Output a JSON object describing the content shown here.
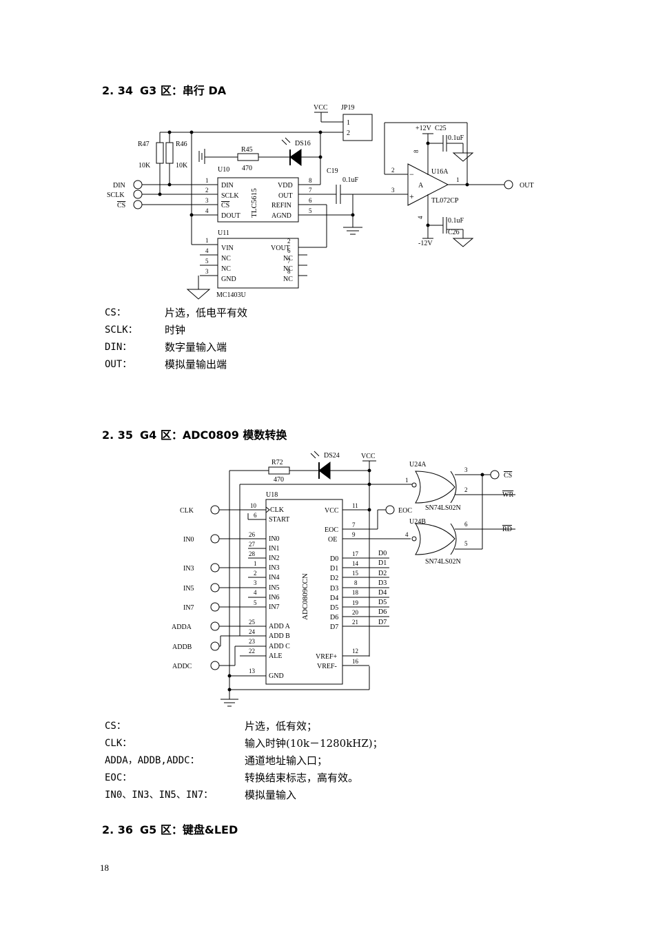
{
  "sections": [
    {
      "number": "2. 34",
      "title": "G3 区：串行 DA"
    },
    {
      "number": "2. 35",
      "title": "G4 区：ADC0809 模数转换"
    },
    {
      "number": "2. 36",
      "title": "G5 区：键盘&LED"
    }
  ],
  "da_schematic": {
    "ports": {
      "din": "DIN",
      "sclk": "SCLK",
      "cs": "CS",
      "out": "OUT"
    },
    "r47": "R47",
    "r46": "R46",
    "r47_value": "10K",
    "r46_value": "10K",
    "r45": "R45",
    "r45_value": "470",
    "ds16": "DS16",
    "vcc": "VCC",
    "jp19": "JP19",
    "jp19_pin1": "1",
    "jp19_pin2": "2",
    "c19": "C19",
    "c19_value": "0.1uF",
    "u10": "U10",
    "u10_part": "TLC5615",
    "u10_left": [
      {
        "pin": "1",
        "name": "DIN"
      },
      {
        "pin": "2",
        "name": "SCLK"
      },
      {
        "pin": "3",
        "name": "CS"
      },
      {
        "pin": "4",
        "name": "DOUT"
      }
    ],
    "u10_right": [
      {
        "pin": "8",
        "name": "VDD"
      },
      {
        "pin": "7",
        "name": "OUT"
      },
      {
        "pin": "6",
        "name": "REFIN"
      },
      {
        "pin": "5",
        "name": "AGND"
      }
    ],
    "u11": "U11",
    "u11_part": "MC1403U",
    "u11_left": [
      {
        "pin": "1",
        "name": "VIN"
      },
      {
        "pin": "4",
        "name": "NC"
      },
      {
        "pin": "5",
        "name": "NC"
      },
      {
        "pin": "3",
        "name": "GND"
      }
    ],
    "u11_right": [
      {
        "pin": "2",
        "name": "VOUT"
      },
      {
        "pin": "6",
        "name": "NC"
      },
      {
        "pin": "7",
        "name": "NC"
      },
      {
        "pin": "8",
        "name": "NC"
      }
    ],
    "u16a": "U16A",
    "u16_part": "TL072CP",
    "opamp_label": "A",
    "plus12v": "+12V",
    "c25": "C25",
    "c25_value": "0.1uF",
    "minus12v": "-12V",
    "c26": "C26",
    "c26_value": "0.1uF",
    "op_pin2": "2",
    "op_pin3": "3",
    "op_pin1": "1",
    "op_pin8": "8",
    "op_pin4": "4",
    "minus_sign": "−",
    "plus_sign": "+"
  },
  "da_descriptions": [
    {
      "key": "CS：",
      "value": "片选，低电平有效"
    },
    {
      "key": "SCLK：",
      "value": "时钟"
    },
    {
      "key": "DIN：",
      "value": "数字量输入端"
    },
    {
      "key": "OUT：",
      "value": "模拟量输出端"
    }
  ],
  "ad_schematic": {
    "r72": "R72",
    "r72_value": "470",
    "ds24": "DS24",
    "vcc": "VCC",
    "u18": "U18",
    "u18_part": "ADC0809CCN",
    "ports": {
      "clk": "CLK",
      "in0": "IN0",
      "in3": "IN3",
      "in5": "IN5",
      "in7": "IN7",
      "adda": "ADDA",
      "addb": "ADDB",
      "addc": "ADDC",
      "eoc": "EOC",
      "cs": "CS",
      "wr": "WR",
      "rd": "RD"
    },
    "left_pins": [
      {
        "pin": "10",
        "name": "CLK"
      },
      {
        "pin": "6",
        "name": "START"
      },
      {
        "pin": "26",
        "name": "IN0"
      },
      {
        "pin": "27",
        "name": "IN1"
      },
      {
        "pin": "28",
        "name": "IN2"
      },
      {
        "pin": "1",
        "name": "IN3"
      },
      {
        "pin": "2",
        "name": "IN4"
      },
      {
        "pin": "3",
        "name": "IN5"
      },
      {
        "pin": "4",
        "name": "IN6"
      },
      {
        "pin": "5",
        "name": "IN7"
      },
      {
        "pin": "25",
        "name": "ADD A"
      },
      {
        "pin": "24",
        "name": "ADD B"
      },
      {
        "pin": "23",
        "name": "ADD C"
      },
      {
        "pin": "22",
        "name": "ALE"
      },
      {
        "pin": "13",
        "name": "GND"
      }
    ],
    "right_pins": [
      {
        "pin": "11",
        "name": "VCC"
      },
      {
        "pin": "7",
        "name": "EOC"
      },
      {
        "pin": "9",
        "name": "OE"
      },
      {
        "pin": "17",
        "name": "D0"
      },
      {
        "pin": "14",
        "name": "D1"
      },
      {
        "pin": "15",
        "name": "D2"
      },
      {
        "pin": "8",
        "name": "D3"
      },
      {
        "pin": "18",
        "name": "D4"
      },
      {
        "pin": "19",
        "name": "D5"
      },
      {
        "pin": "20",
        "name": "D6"
      },
      {
        "pin": "21",
        "name": "D7"
      },
      {
        "pin": "12",
        "name": "VREF+"
      },
      {
        "pin": "16",
        "name": "VREF-"
      }
    ],
    "data_lines": [
      "D0",
      "D1",
      "D2",
      "D3",
      "D4",
      "D5",
      "D6",
      "D7"
    ],
    "u24a": "U24A",
    "u24b": "U24B",
    "gate_part_a": "SN74LS02N",
    "gate_part_b": "SN74LS02N",
    "gate_a_pins": {
      "in1": "1",
      "in2": "2",
      "out": "3"
    },
    "gate_b_pins": {
      "in1": "4",
      "in2": "5",
      "out": "6"
    }
  },
  "ad_descriptions": [
    {
      "key": "CS：",
      "value": "片选，低有效；"
    },
    {
      "key": "CLK：",
      "value": "输入时钟(10k－1280kHZ)；"
    },
    {
      "key": "ADDA，ADDB,ADDC：",
      "value": "通道地址输入口；"
    },
    {
      "key": "EOC：",
      "value": "转换结束标志，高有效。"
    },
    {
      "key": "IN0、IN3、IN5、IN7：",
      "value": "模拟量输入"
    }
  ],
  "page_number": "18"
}
